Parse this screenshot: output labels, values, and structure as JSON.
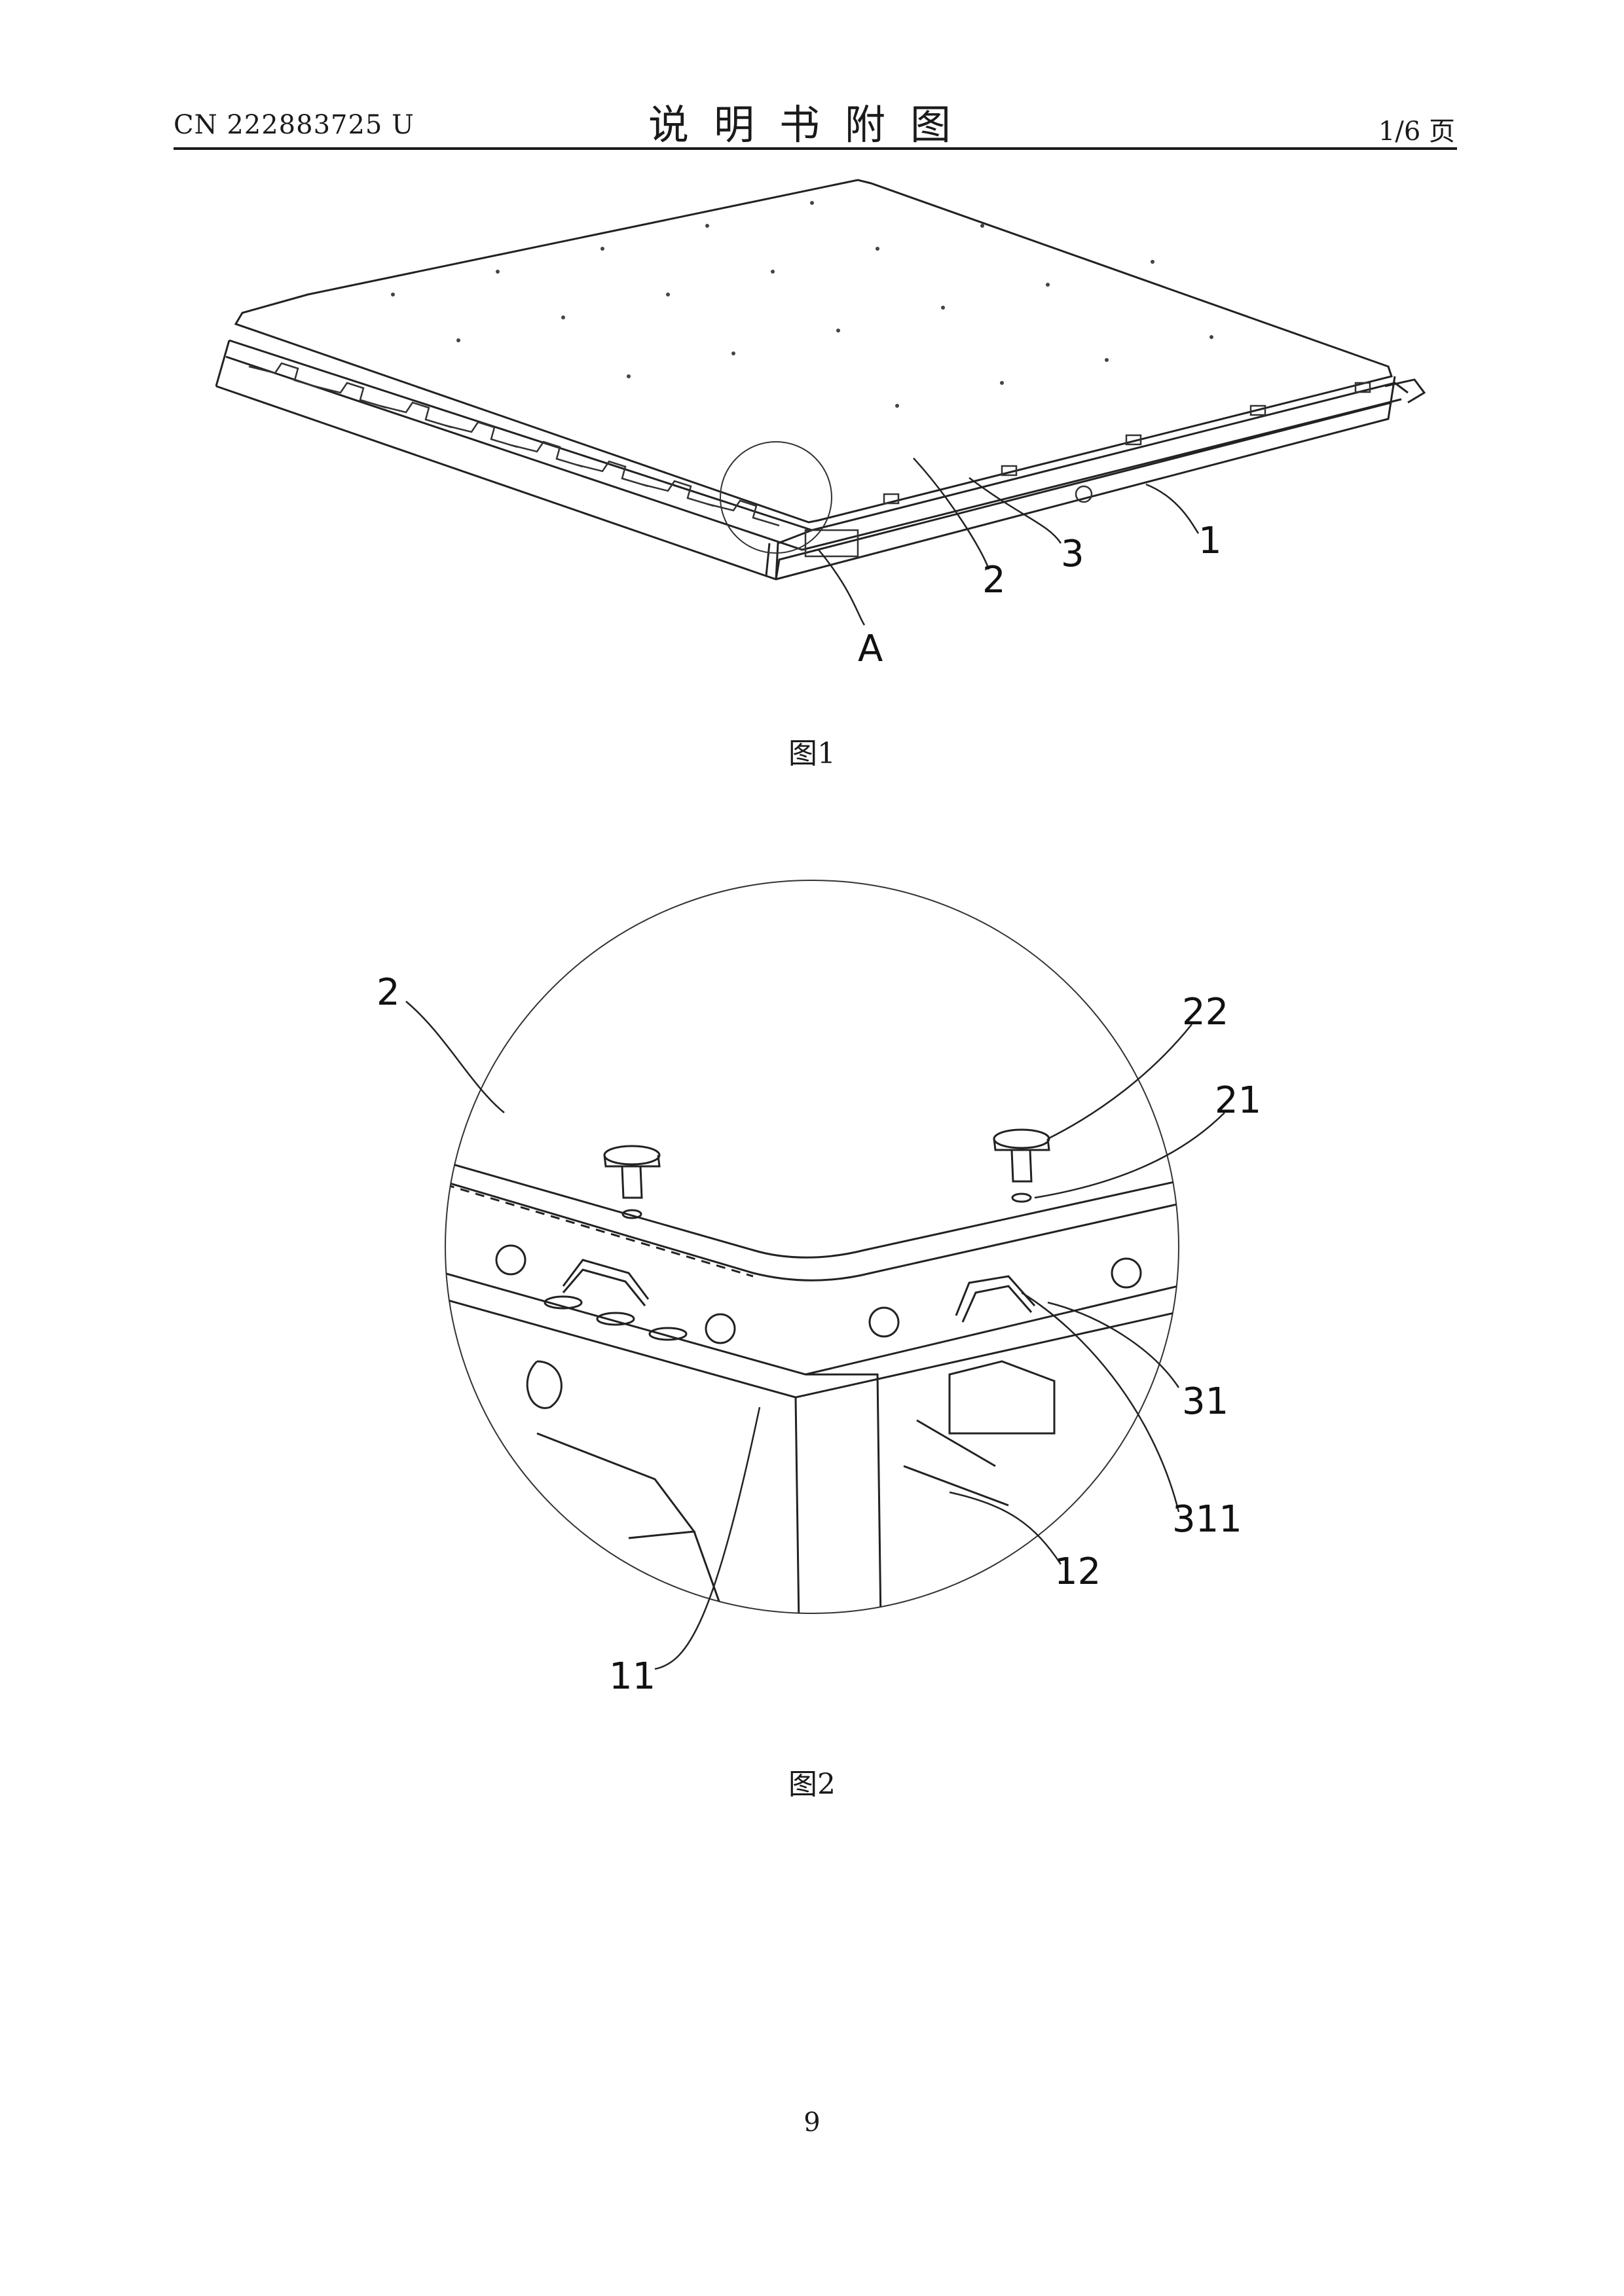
{
  "header": {
    "doc_number": "CN 222883725 U",
    "title": "说明书附图",
    "page_indicator": "1/6 页"
  },
  "figure1": {
    "caption": "图1",
    "labels": {
      "l1": "1",
      "l2": "2",
      "l3": "3",
      "la": "A"
    }
  },
  "figure2": {
    "caption": "图2",
    "labels": {
      "l2": "2",
      "l22": "22",
      "l21": "21",
      "l31": "31",
      "l311": "311",
      "l12": "12",
      "l11": "11"
    }
  },
  "footer": {
    "page_number": "9"
  }
}
